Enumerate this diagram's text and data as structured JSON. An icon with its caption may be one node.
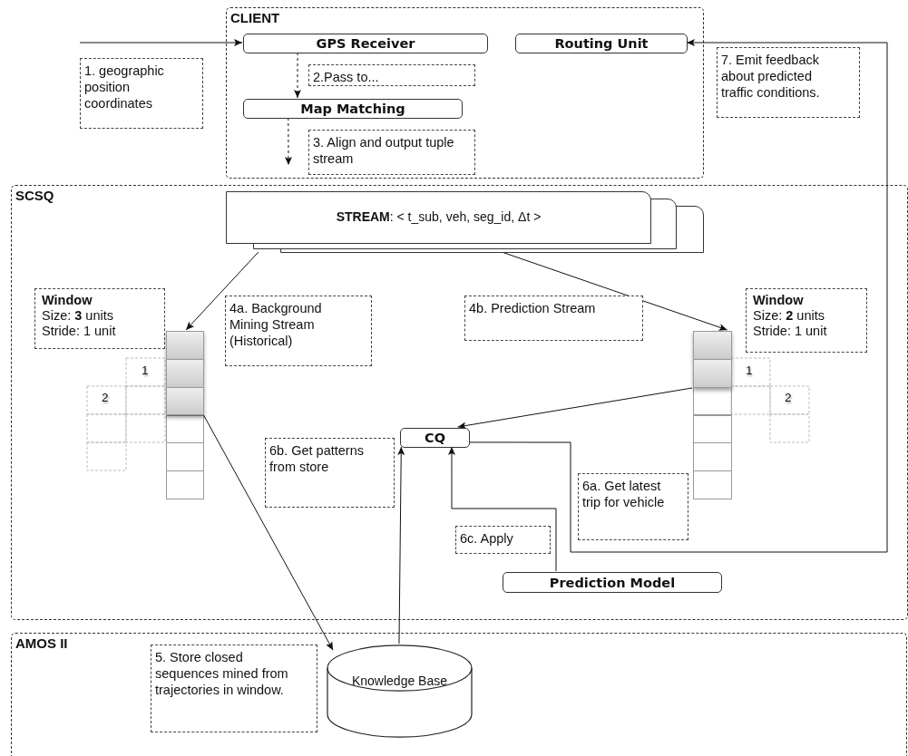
{
  "diagram": {
    "nodes": [
      {
        "text": [
          "CLIENT"
        ]
      },
      {
        "text": [
          "GPS Receiver"
        ],
        "in": 0
      },
      {
        "text": [
          "Routing Unit"
        ],
        "in": 0
      },
      {
        "text": [
          "Map Matching"
        ],
        "in": 0
      },
      {
        "text": [
          "SCSQ"
        ]
      },
      {
        "text": [
          "**STREAM**: < t_sub, veh, seg_id, Δt >"
        ],
        "in": 4
      },
      {
        "text": [],
        "shape": "box",
        "in": 4
      },
      {
        "text": [],
        "shape": "box",
        "in": 4
      },
      {
        "text": [
          "CQ"
        ],
        "in": 4
      },
      {
        "text": [
          "Prediction Model"
        ],
        "in": 4
      },
      {
        "text": [
          "AMOS II"
        ]
      },
      {
        "text": [
          "Knowledge Base"
        ],
        "in": 10
      }
    ],
    "edges": [
      {
        "from": null,
        "to": 1,
        "arrow": "to"
      },
      {
        "from": 1,
        "to": 3,
        "arrow": "to",
        "style": "dashed"
      },
      {
        "from": 3,
        "to": null,
        "arrow": "to",
        "style": "dashed"
      },
      {
        "from": 5,
        "to": 6,
        "arrow": "to"
      },
      {
        "from": 5,
        "to": 7,
        "arrow": "to"
      },
      {
        "from": 6,
        "to": 11,
        "arrow": "to"
      },
      {
        "from": 7,
        "to": 8,
        "arrow": "to"
      },
      {
        "from": 11,
        "to": 8,
        "arrow": "to"
      },
      {
        "from": 9,
        "to": 8,
        "arrow": "to"
      },
      {
        "from": 8,
        "to": 2,
        "arrow": "to"
      }
    ],
    "labels": [
      "1. geographic position coordinates",
      "2.Pass to...",
      "7. Emit feedback about predicted traffic conditions.",
      "3. Align and output tuple stream",
      "Window",
      "Size: **3** units Stride: 1 unit",
      "4a. Background Mining Stream (Historical)",
      "4b. Prediction Stream",
      "Window",
      "Size: **2** units Stride: 1 unit",
      "1",
      "2",
      "1",
      "2",
      "6b. Get patterns from store",
      "6a. Get latest trip for vehicle",
      "6c. Apply",
      "5. Store closed sequences mined from trajectories in window."
    ]
  }
}
